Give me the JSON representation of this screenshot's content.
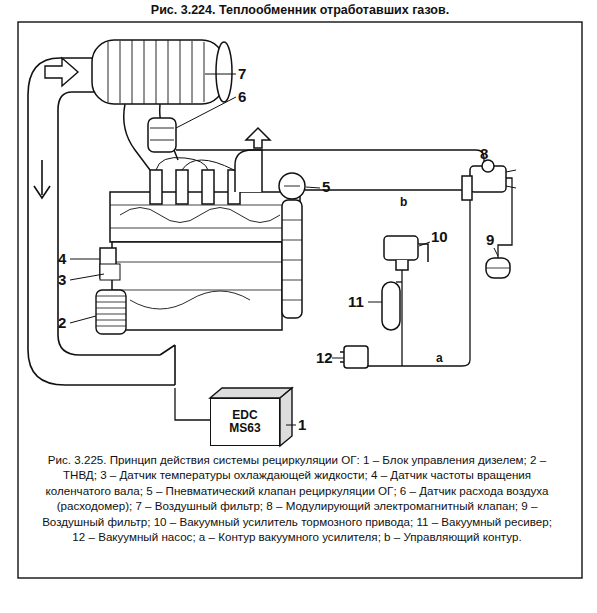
{
  "diagram": {
    "title": "Рис. 3.224. Теплообменник отработавших газов.",
    "caption": "Рис. 3.225. Принцип действия системы рециркуляции ОГ: 1 – Блок управления дизелем; 2 – ТНВД; 3 – Датчик температуры охлаждающей жидкости; 4 – Датчик частоты вращения коленчатого вала; 5 – Пневматический клапан рециркуляции ОГ; 6 – Датчик расхода воздуха (расходомер); 7 – Воздушный фильтр; 8 – Модулирующий электромагнитный клапан; 9 – Воздушный фильтр; 10 – Вакуумный усилитель тормозного привода; 11 – Вакуумный ресивер; 12 – Вакуумный насос; а – Контур вакуумного усилителя; b – Управляющий контур.",
    "nodes": [
      {
        "text": [
          "EDC MS63"
        ]
      }
    ],
    "labels": [
      "7",
      "6",
      "8",
      "5",
      "b",
      "10",
      "9",
      "4",
      "3",
      "11",
      "12",
      "а",
      "2",
      "1"
    ]
  }
}
